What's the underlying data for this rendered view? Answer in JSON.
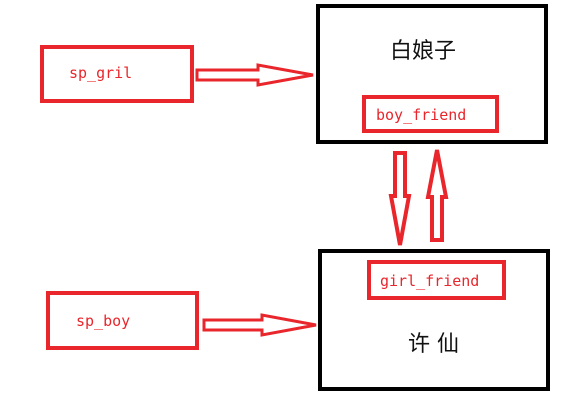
{
  "nodes": {
    "bai_niangzi": {
      "title": "白娘子",
      "field": "boy_friend"
    },
    "xu_xian": {
      "title": "许 仙",
      "field": "girl_friend"
    },
    "sp_gril": {
      "label": "sp_gril"
    },
    "sp_boy": {
      "label": "sp_boy"
    }
  },
  "colors": {
    "accent_red": "#e8262b",
    "box_black": "#000000",
    "background": "#ffffff"
  }
}
